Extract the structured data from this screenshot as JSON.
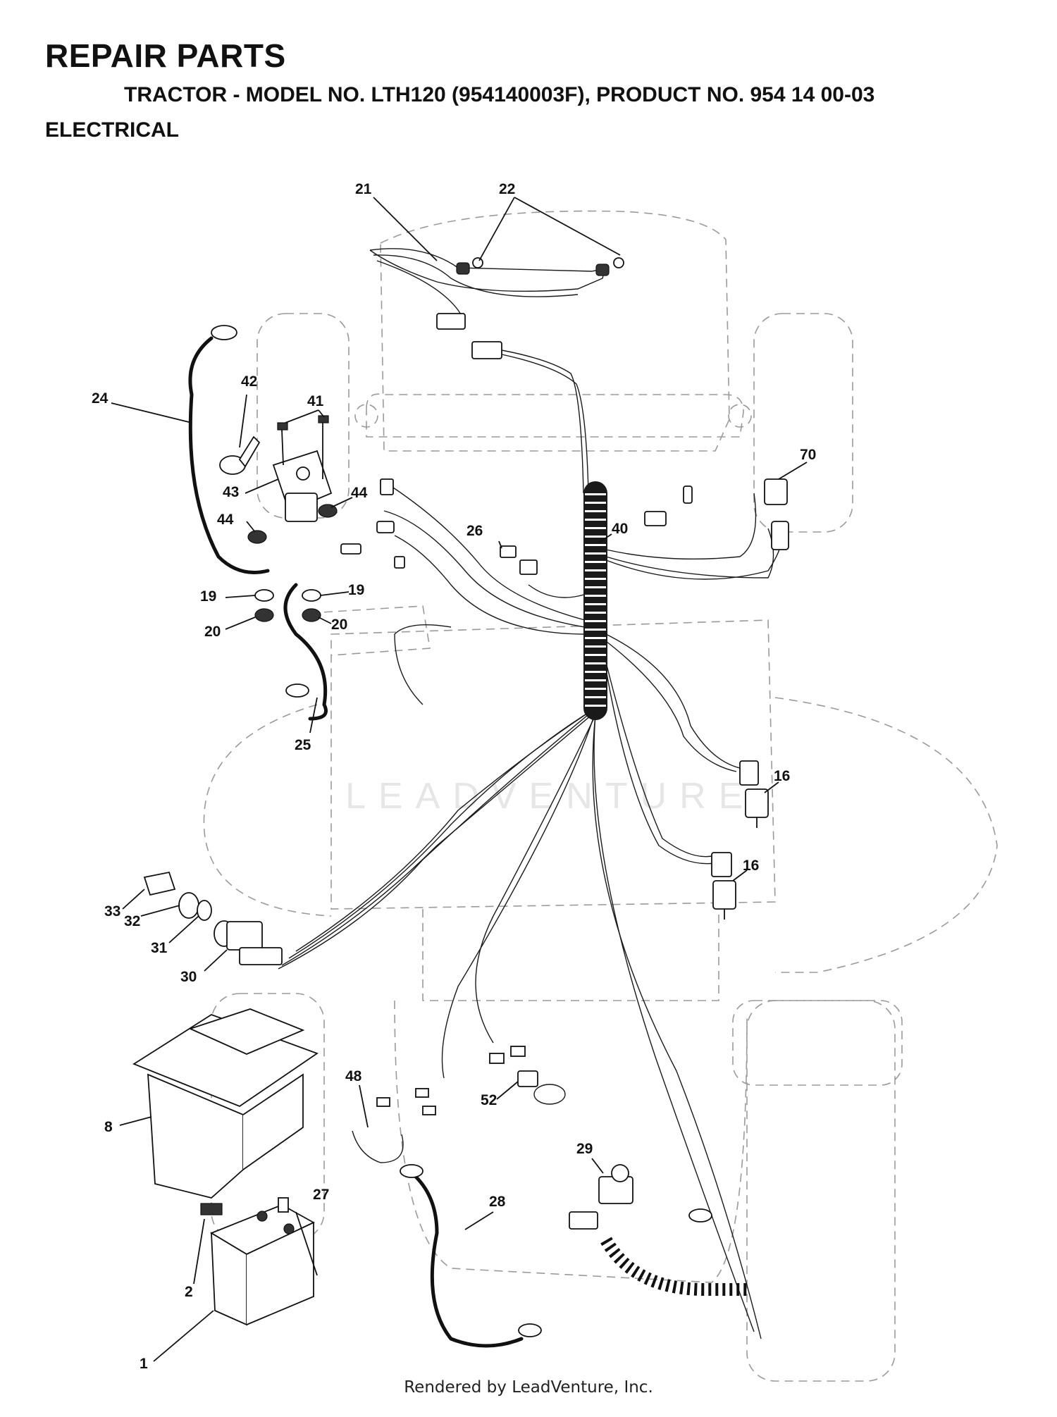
{
  "header": {
    "title": "REPAIR PARTS",
    "subtitle": "TRACTOR - MODEL NO. LTH120 (954140003F), PRODUCT NO. 954 14 00-03",
    "section": "ELECTRICAL"
  },
  "watermark": "LEADVENTURE",
  "footer": "Rendered by LeadVenture, Inc.",
  "callouts": [
    "21",
    "22",
    "42",
    "41",
    "24",
    "43",
    "44",
    "44",
    "70",
    "26",
    "40",
    "19",
    "19",
    "20",
    "20",
    "25",
    "16",
    "16",
    "33",
    "32",
    "31",
    "30",
    "8",
    "48",
    "52",
    "29",
    "27",
    "28",
    "2",
    "1"
  ]
}
